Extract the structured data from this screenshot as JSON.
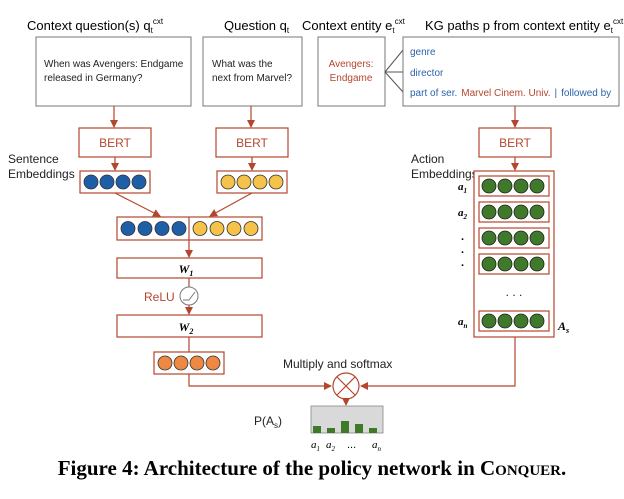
{
  "headers": {
    "ctx_question": "Context question(s) q",
    "ctx_question_sub": "t",
    "ctx_question_sup": "cxt",
    "question": "Question q",
    "question_sub": "t",
    "ctx_entity": "Context entity e",
    "ctx_entity_sub": "t",
    "ctx_entity_sup": "cxt",
    "kg_paths": "KG paths p from context entity e",
    "kg_paths_sub": "t",
    "kg_paths_sup": "cxt"
  },
  "boxes": {
    "ctx_question_line1": "When was Avengers: Endgame",
    "ctx_question_line2": "released in Germany?",
    "question_line1": "What was the",
    "question_line2": "next from Marvel?",
    "entity_line1": "Avengers:",
    "entity_line2": "Endgame",
    "kg_genre": "genre",
    "kg_director": "director",
    "kg_part_of": "part of ser.",
    "kg_marvel": "Marvel Cinem. Univ.",
    "kg_sep": "|",
    "kg_followed": "followed by"
  },
  "labels": {
    "bert_left": "BERT",
    "bert_mid": "BERT",
    "bert_right": "BERT",
    "sentence_emb_1": "Sentence",
    "sentence_emb_2": "Embeddings",
    "action_emb_1": "Action",
    "action_emb_2": "Embeddings",
    "w1": "W",
    "w1_sub": "1",
    "w2": "W",
    "w2_sub": "2",
    "relu": "ReLU",
    "multiply": "Multiply and softmax",
    "prob": "P(A",
    "prob_sub": "s",
    "prob_close": ")",
    "a1": "a",
    "a1_sub": "1",
    "a2": "a",
    "a2_sub": "2",
    "an": "a",
    "an_sub": "n",
    "dots_v": ".",
    "dots_h": ". . .",
    "as": "A",
    "as_sub": "s",
    "x_a1": "a",
    "x_a1_sub": "1",
    "x_a2": "a",
    "x_a2_sub": "2",
    "x_dots": "...",
    "x_an": "a",
    "x_an_sub": "n"
  },
  "caption": {
    "prefix": "Figure 4: Architecture of the policy network in ",
    "name": "Conquer",
    "suffix": "."
  },
  "colors": {
    "edge": "#b5462e",
    "blue": "#1f5fa8",
    "yellow": "#f6c34a",
    "orange": "#ee8843",
    "green": "#3f7a2a",
    "text_red": "#b5462e",
    "text_blue": "#2a63ad",
    "gray": "#d9d9d9"
  }
}
